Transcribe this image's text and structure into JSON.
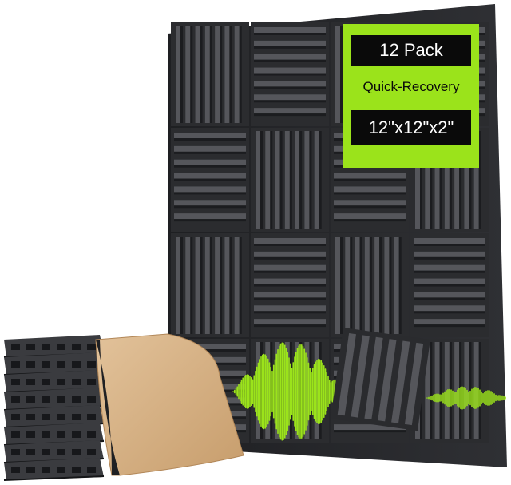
{
  "product": {
    "badge": {
      "line1": "12 Pack",
      "line2": "Quick-Recovery",
      "line3": "12\"x12\"x2\""
    },
    "colors": {
      "foam_dark": "#2b2c2f",
      "foam_mid": "#3a3b3f",
      "foam_light": "#55565b",
      "accent_green": "#9be31b",
      "backing_paper": "#d6b185"
    }
  }
}
